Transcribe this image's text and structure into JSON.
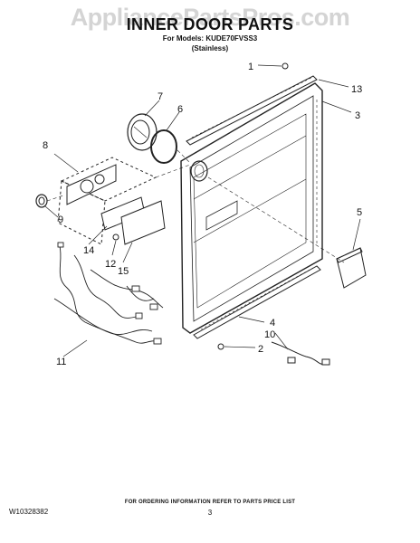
{
  "watermark": "AppliancePartsPros.com",
  "header": {
    "title": "INNER DOOR PARTS",
    "models": "For Models: KUDE70FVSS3",
    "finish": "(Stainless)"
  },
  "callouts": [
    "1",
    "13",
    "3",
    "7",
    "6",
    "8",
    "9",
    "14",
    "12",
    "15",
    "5",
    "4",
    "10",
    "2",
    "11"
  ],
  "footer": {
    "price_note": "FOR ORDERING INFORMATION REFER TO PARTS PRICE LIST",
    "doc_number": "W10328382",
    "page": "3"
  }
}
